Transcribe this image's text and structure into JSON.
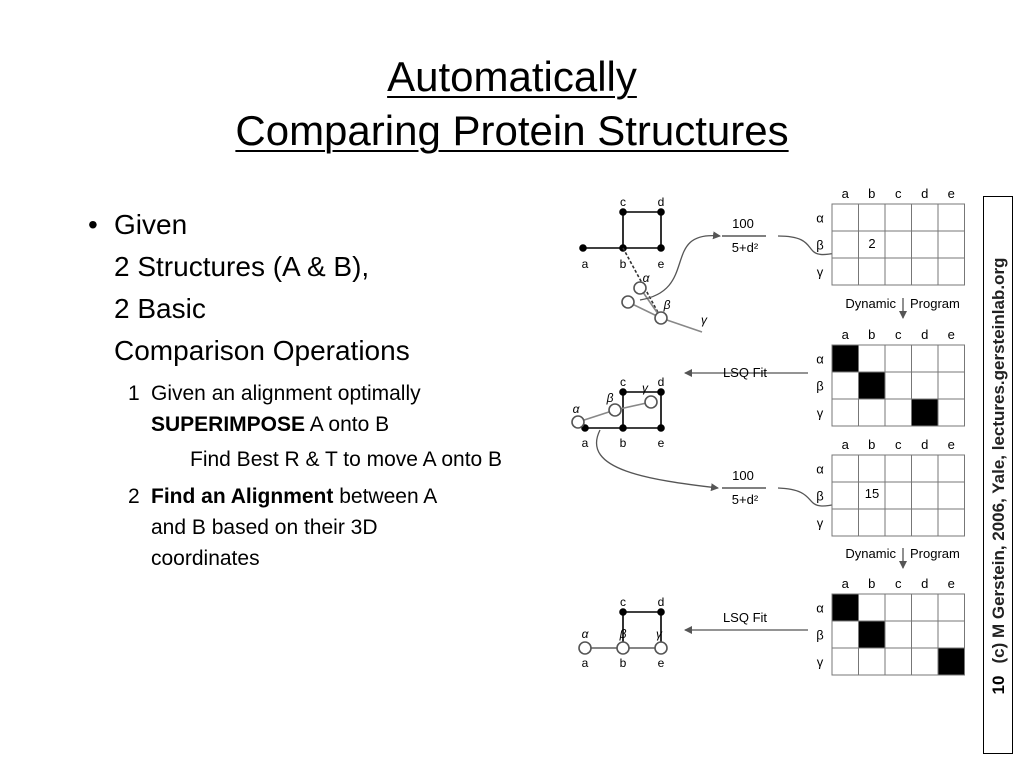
{
  "title": {
    "line1": "Automatically",
    "line2": "Comparing Protein Structures"
  },
  "bullet": {
    "lines": [
      "Given",
      "2 Structures (A & B),",
      "2 Basic",
      "Comparison Operations"
    ]
  },
  "sub1": {
    "num": "1",
    "line1": "Given an alignment optimally",
    "bold": "SUPERIMPOSE",
    "rest": " A onto B",
    "detail": "Find Best R & T to move A onto B"
  },
  "sub2": {
    "num": "2",
    "bold": "Find an Alignment",
    "rest1": " between A",
    "line2": "and B based on their 3D",
    "line3": "coordinates"
  },
  "figure": {
    "col_labels": [
      "a",
      "b",
      "c",
      "d",
      "e"
    ],
    "row_labels": [
      "α",
      "β",
      "γ"
    ],
    "score_num": "100",
    "score_den": "5+d²",
    "dp_left": "Dynamic",
    "dp_right": "Program",
    "lsq": "LSQ Fit",
    "value1": "2",
    "value2": "15"
  },
  "credit": {
    "page": "10",
    "text": "(c) M Gerstein, 2006, Yale, lectures.gersteinlab.org"
  }
}
